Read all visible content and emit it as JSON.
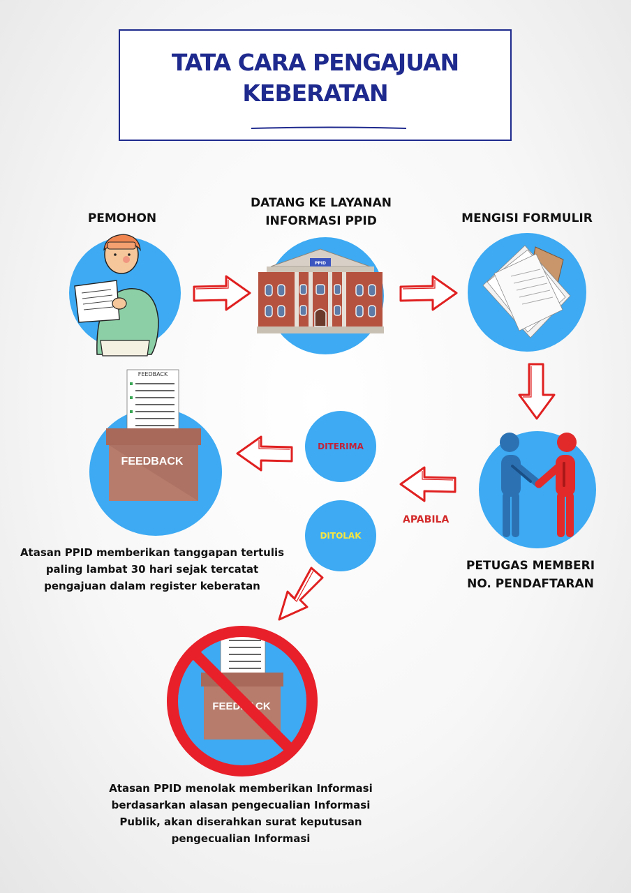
{
  "title": {
    "line1": "TATA CARA PENGAJUAN",
    "line2": "KEBERATAN"
  },
  "steps": {
    "pemohon": "PEMOHON",
    "datang_line1": "DATANG KE LAYANAN",
    "datang_line2": "INFORMASI PPID",
    "mengisi": "MENGISI FORMULIR",
    "petugas_line1": "PETUGAS MEMBERI",
    "petugas_line2": "NO. PENDAFTARAN"
  },
  "building_sign": "PPID",
  "feedback_sheet": "FEEDBACK",
  "feedback_box": "FEEDBACK",
  "decision": {
    "apabila": "APABILA",
    "diterima": "DITERIMA",
    "ditolak": "DITOLAK"
  },
  "accepted_text": {
    "line1": "Atasan PPID memberikan tanggapan tertulis",
    "line2": "paling lambat 30 hari sejak tercatat",
    "line3": "pengajuan dalam register keberatan"
  },
  "rejected_text": {
    "line1": "Atasan PPID menolak memberikan Informasi",
    "line2": "berdasarkan alasan pengecualian Informasi",
    "line3": "Publik, akan diserahkan surat keputusan",
    "line4": "pengecualian Informasi"
  },
  "colors": {
    "title_blue": "#1f2a8e",
    "circle_blue": "#3daaf3",
    "arrow_red": "#e02020",
    "diterima_text": "#c0223a",
    "ditolak_text": "#f5e642",
    "prohibit_red": "#e8202a",
    "box_brown": "#b07464"
  },
  "icons": [
    "person-reading-icon",
    "building-icon",
    "documents-icon",
    "handshake-icon",
    "feedback-box-icon",
    "prohibited-feedback-icon",
    "arrow-right-icon",
    "arrow-down-icon",
    "arrow-left-icon"
  ]
}
